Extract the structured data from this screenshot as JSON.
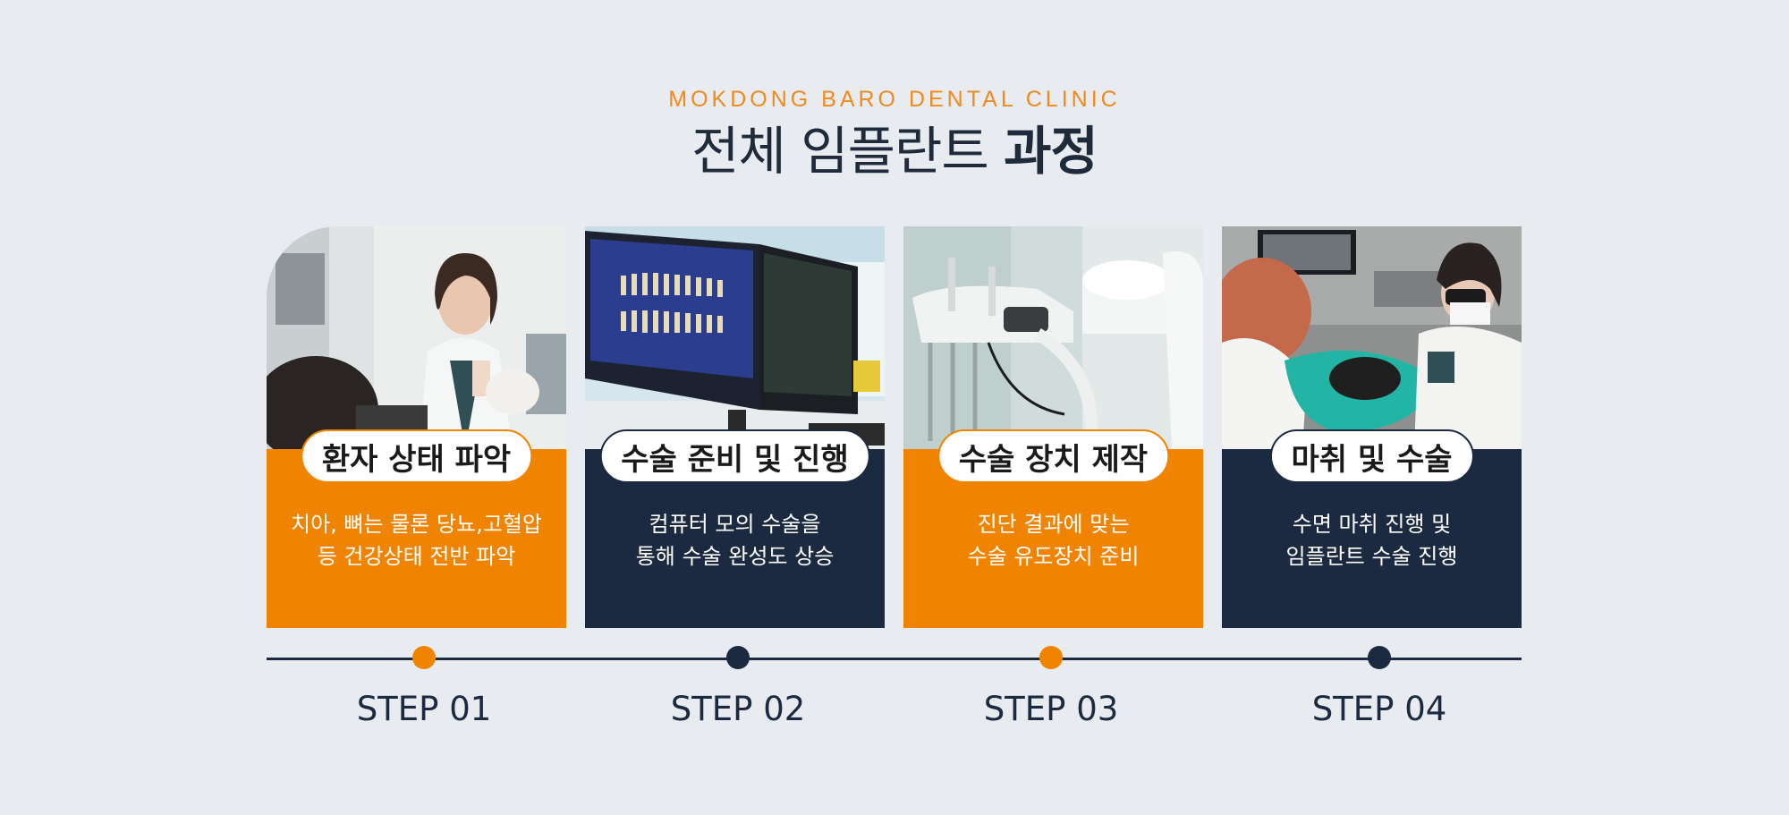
{
  "header": {
    "eyebrow": "MOKDONG BARO DENTAL CLINIC",
    "title_regular": "전체 임플란트",
    "title_bold": "과정"
  },
  "steps": [
    {
      "title": "환자 상태 파악",
      "desc_line1": "치아, 뼈는 물론 당뇨,고혈압",
      "desc_line2": "등 건강상태 전반 파악",
      "step_label": "STEP 01",
      "color": "#f08300",
      "photo": "doctor-consultation"
    },
    {
      "title": "수술 준비 및 진행",
      "desc_line1": "컴퓨터 모의 수술을",
      "desc_line2": "통해 수술 완성도 상승",
      "step_label": "STEP 02",
      "color": "#1b2a41",
      "photo": "computer-monitors-teeth"
    },
    {
      "title": "수술 장치 제작",
      "desc_line1": "진단 결과에 맞는",
      "desc_line2": "수술 유도장치 준비",
      "step_label": "STEP 03",
      "color": "#f08300",
      "photo": "dental-equipment"
    },
    {
      "title": "마취 및 수술",
      "desc_line1": "수면 마취 진행 및",
      "desc_line2": "임플란트 수술 진행",
      "step_label": "STEP 04",
      "color": "#1b2a41",
      "photo": "surgery-in-progress"
    }
  ],
  "colors": {
    "background": "#e8ebf0",
    "orange": "#f08300",
    "navy": "#1b2a41",
    "eyebrow": "#f08a1c"
  }
}
